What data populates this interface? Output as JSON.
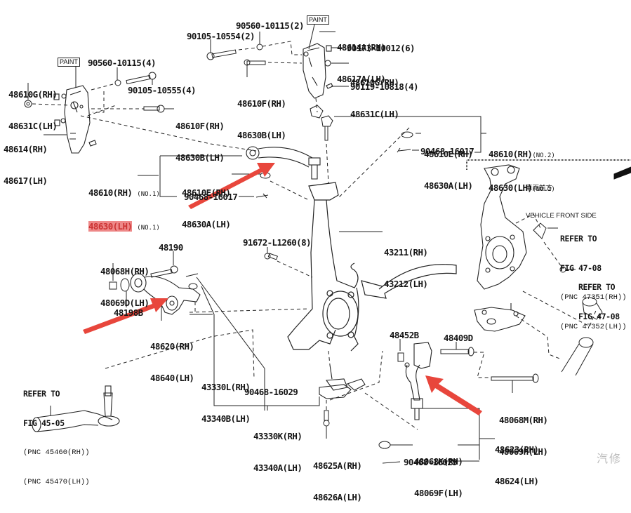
{
  "diagram": {
    "title": "Front Suspension Arm & Steering Knuckle (exploded parts diagram)",
    "paint_tag": "PAINT",
    "vehicle_front": {
      "label_cn": "車両前方",
      "label_en": "VEHICLE FRONT SIDE"
    },
    "callouts": {
      "bracket_left": {
        "rh": "48610G(RH)",
        "lh": "48631C(LH)"
      },
      "washer_left": "90560-10115(4)",
      "bolt_left": "90105-10555(4)",
      "bolt_left_upper": {
        "rh": "48610F(RH)",
        "lh": "48630B(LH)"
      },
      "bracket_body_left": {
        "rh": "48614(RH)",
        "lh": "48617(LH)"
      },
      "bolt_top_2": "90105-10554(2)",
      "washer_top_2": "90560-10115(2)",
      "bracket_body_right": {
        "rh": "48614A(RH)",
        "lh": "48617A(LH)"
      },
      "nut_top_6": "90173-10012(6)",
      "bracket_right": {
        "rh": "48610G(RH)",
        "lh": "48631C(LH)"
      },
      "bolt_right_4": "90119-10818(4)",
      "bolt_center_upper": {
        "rh": "48610F(RH)",
        "lh": "48630B(LH)"
      },
      "upper_arm_no2_parts": {
        "rh": "48610E(RH)",
        "lh": "48630A(LH)"
      },
      "upper_arm_no2_pin": "90468-16017",
      "upper_arm_no2": {
        "rh": "48610(RH)",
        "lh": "48630(LH)",
        "suffix": "(NO.2)"
      },
      "upper_arm_no1": {
        "rh": "48610(RH)",
        "lh": "48630(LH)",
        "suffix": "(NO.1)"
      },
      "upper_arm_no1_parts": {
        "rh": "48610E(RH)",
        "lh": "48630A(LH)"
      },
      "upper_arm_no1_pin": "90468-16017",
      "knuckle": {
        "rh": "43211(RH)",
        "lh": "43212(LH)"
      },
      "knuckle_bolt": "91672-L1260(8)",
      "lower_arm_nut": {
        "rh": "48068H(RH)",
        "lh": "48069D(LH)"
      },
      "lower_arm_bolt": "48190",
      "lower_arm_cam": "48198B",
      "lower_arm": {
        "rh": "48620(RH)",
        "lh": "48640(LH)"
      },
      "ball_joint_upper": {
        "rh": "43330L(RH)",
        "lh": "43340B(LH)"
      },
      "ball_joint_pin": "90468-16029",
      "ball_joint_lower": {
        "rh": "43330K(RH)",
        "lh": "43340A(LH)"
      },
      "ball_joint_bolt": {
        "rh": "48625A(RH)",
        "lh": "48626A(LH)"
      },
      "strut_rod_bracket": "48452B",
      "strut_rod_bolt": "48409D",
      "strut_rod_long_bolt": {
        "rh": "48068M(RH)",
        "lh": "48069H(LH)"
      },
      "strut_rod": {
        "rh": "48623(RH)",
        "lh": "48624(LH)"
      },
      "strut_rod_nut": {
        "rh": "48068K(RH)",
        "lh": "48069F(LH)"
      },
      "strut_rod_pin": "90468-16029"
    },
    "references": {
      "tie_rod_end": {
        "line1": "REFER TO",
        "line2": "FIG 45-05",
        "pnc_rh": "(PNC 45460(RH))",
        "pnc_lh": "(PNC 45470(LH))"
      },
      "sensor": {
        "line1": "REFER TO",
        "line2": "FIG 47-08",
        "pnc_rh": "(PNC 47351(RH))",
        "pnc_lh": "(PNC 47352(LH))"
      },
      "sensor_bolt": {
        "line1": "REFER TO",
        "line2": "FIG 47-08"
      }
    },
    "highlighted_part": "48630(LH)",
    "annotation_arrows": [
      "upper-arm-arrow",
      "lower-arm-arrow",
      "strut-rod-arrow"
    ],
    "annotation_color": "#e8463c",
    "watermark": "汽修"
  }
}
